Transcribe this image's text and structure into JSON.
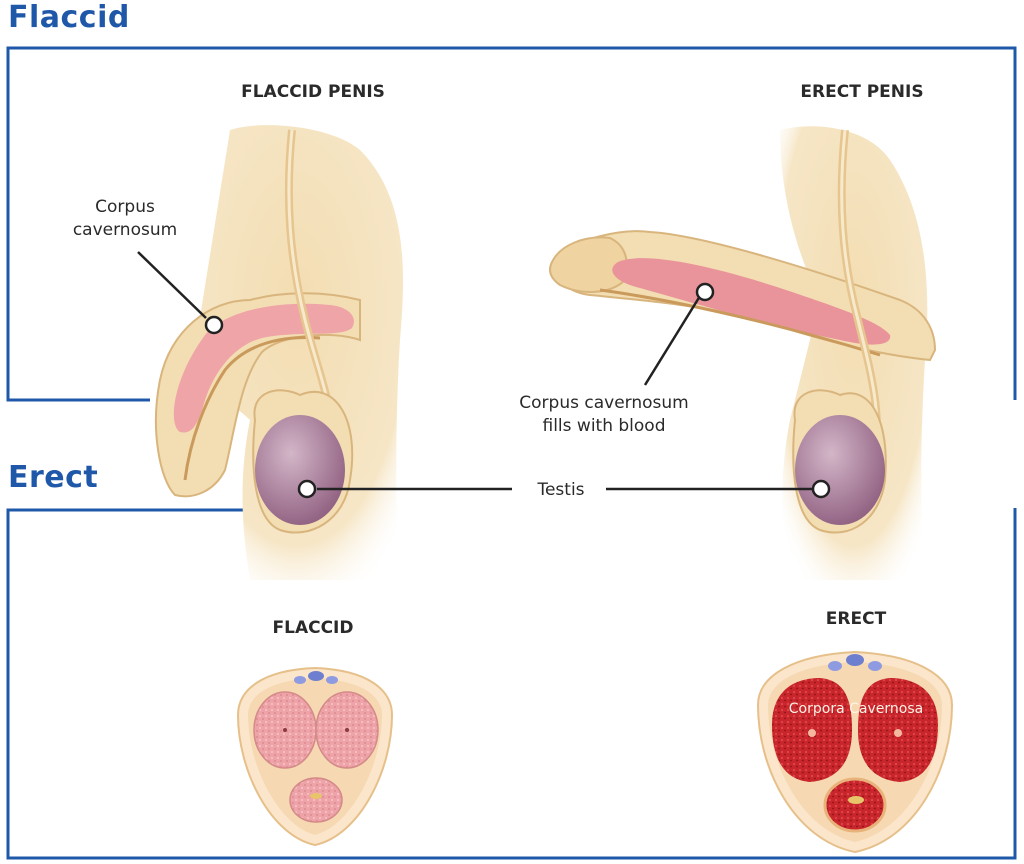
{
  "sections": {
    "top_heading": "Flaccid",
    "bottom_heading": "Erect"
  },
  "labels": {
    "flaccid_penis": "FLACCID PENIS",
    "erect_penis": "ERECT PENIS",
    "corpus_line1": "Corpus",
    "corpus_line2": "cavernosum",
    "fills_line1": "Corpus cavernosum",
    "fills_line2": "fills with blood",
    "testis": "Testis",
    "flaccid": "FLACCID",
    "erect": "ERECT",
    "corpora_cavernosa": "Corpora Cavernosa"
  },
  "colors": {
    "frame": "#1f58a8",
    "skin": "#f3ddb2",
    "skin_dark": "#d9b57e",
    "tissue_pale": "#efa4a8",
    "tissue_engorged": "#c8262c",
    "testis": "#b48aa6"
  }
}
